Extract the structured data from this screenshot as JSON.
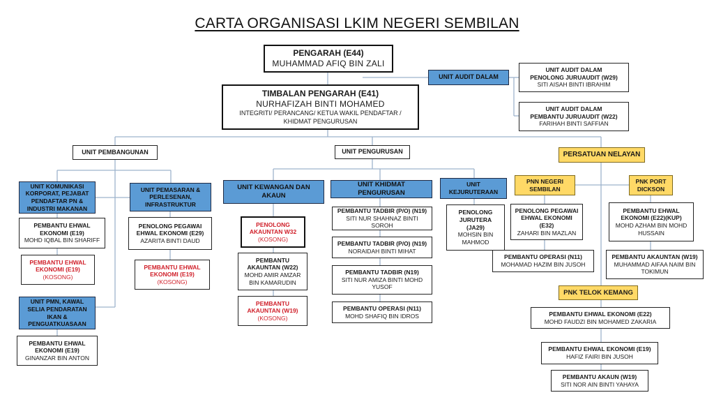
{
  "title": "CARTA ORGANISASI LKIM NEGERI SEMBILAN",
  "pengarah": {
    "role": "PENGARAH (E44)",
    "name": "MUHAMMAD AFIQ BIN ZALI"
  },
  "timbalan": {
    "role": "TIMBALAN PENGARAH (E41)",
    "name": "NURHAFIZAH BINTI MOHAMED",
    "duties_1": "INTEGRITI/ PERANCANG/ KETUA WAKIL PENDAFTAR /",
    "duties_2": "KHIDMAT PENGURUSAN"
  },
  "audit": {
    "unit": "UNIT AUDIT DALAM",
    "staff": [
      {
        "unit": "UNIT AUDIT DALAM",
        "role": "PENOLONG JURUAUDIT (W29)",
        "name": "SITI AISAH BINTI IBRAHIM"
      },
      {
        "unit": "UNIT AUDIT DALAM",
        "role": "PEMBANTU JURUAUDIT (W22)",
        "name": "FARIHAH BINTI SAFFIAN"
      }
    ]
  },
  "divisions": {
    "pembangunan": "UNIT PEMBANGUNAN",
    "pengurusan": "UNIT PENGURUSAN",
    "persatuan": "PERSATUAN NELAYAN"
  },
  "pembangunan": {
    "korporat": {
      "unit": "UNIT KOMUNIKASI KORPORAT, PEJABAT PENDAFTAR PN & INDUSTRI MAKANAN",
      "staff": [
        {
          "role": "PEMBANTU EHWAL EKONOMI  (E19)",
          "name": "MOHD IQBAL BIN SHARIFF",
          "vacant": false
        },
        {
          "role": "PEMBANTU EHWAL EKONOMI (E19)",
          "name": "(KOSONG)",
          "vacant": true
        }
      ]
    },
    "pemasaran": {
      "unit": "UNIT PEMASARAN & PERLESENAN, INFRASTRUKTUR",
      "staff": [
        {
          "role": "PENOLONG PEGAWAI EHWAL EKONOMI (E29)",
          "name": "AZARITA BINTI DAUD",
          "vacant": false
        },
        {
          "role": "PEMBANTU EHWAL EKONOMI (E19)",
          "name": "(KOSONG)",
          "vacant": true
        }
      ]
    },
    "pmn": {
      "unit": "UNIT PMN, KAWAL SELIA  PENDARATAN IKAN & PENGUATKUASAAN",
      "staff": [
        {
          "role": "PEMBANTU EHWAL EKONOMI (E19)",
          "name": "GINANZAR BIN ANTON",
          "vacant": false
        }
      ]
    }
  },
  "pengurusan": {
    "kewangan": {
      "unit": "UNIT KEWANGAN DAN AKAUN",
      "staff": [
        {
          "role": "PENOLONG AKAUNTAN W32",
          "name": "(KOSONG)",
          "vacant": true
        },
        {
          "role": "PEMBANTU AKAUNTAN (W22)",
          "name": "MOHD AMIR AMZAR BIN KAMARUDIN",
          "vacant": false
        },
        {
          "role": "PEMBANTU AKAUNTAN (W19)",
          "name": "(KOSONG)",
          "vacant": true
        }
      ]
    },
    "khidmat": {
      "unit": "UNIT KHIDMAT PENGURUSAN",
      "staff": [
        {
          "role": "PEMBANTU TADBIR (P/O) (N19)",
          "name": "SITI NUR SHAHNAZ BINTI SOROH",
          "vacant": false
        },
        {
          "role": "PEMBANTU TADBIR (P/O) (N19)",
          "name": "NORAIDAH BINTI MIHAT",
          "vacant": false
        },
        {
          "role": "PEMBANTU TADBIR (N19)",
          "name": "SITI NUR AMIZA BINTI MOHD YUSOF",
          "vacant": false
        },
        {
          "role": "PEMBANTU OPERASI (N11)",
          "name": "MOHD SHAFIQ BIN IDROS",
          "vacant": false
        }
      ]
    },
    "kejuruteraan": {
      "unit": "UNIT KEJURUTERAAN",
      "staff": [
        {
          "role": "PENOLONG JURUTERA (JA29)",
          "name": "MOHSIN BIN MAHMOD",
          "vacant": false
        }
      ]
    }
  },
  "persatuan": {
    "pnn": {
      "unit": "PNN NEGERI SEMBILAN",
      "staff": [
        {
          "role": "PENOLONG PEGAWAI EHWAL EKONOMI (E32)",
          "name": "ZAHARI BIN MAZLAN"
        },
        {
          "role": "PEMBANTU OPERASI (N11)",
          "name": "MOHAMAD HAZIM BIN JUSOH"
        }
      ]
    },
    "pnk_pd": {
      "unit": "PNK PORT DICKSON",
      "staff": [
        {
          "role": "PEMBANTU EHWAL EKONOMI (E22)(KUP)",
          "name": "MOHD AZHAM BIN MOHD HUSSAIN"
        },
        {
          "role": "PEMBANTU AKAUNTAN (W19)",
          "name": "MUHAMMAD AIFAA NAIM BIN TOKIMUN"
        }
      ]
    },
    "pnk_tk": {
      "unit": "PNK TELOK KEMANG",
      "staff": [
        {
          "role": "PEMBANTU EHWAL EKONOMI (E22)",
          "name": "MOHD FAUDZI BIN MOHAMED ZAKARIA"
        },
        {
          "role": "PEMBANTU EHWAL EKONOMI (E19)",
          "name": "HAFIZ FAIRI BIN JUSOH"
        },
        {
          "role": "PEMBANTU AKAUN (W19)",
          "name": "SITI NOR AIN BINTI YAHAYA"
        }
      ]
    }
  }
}
